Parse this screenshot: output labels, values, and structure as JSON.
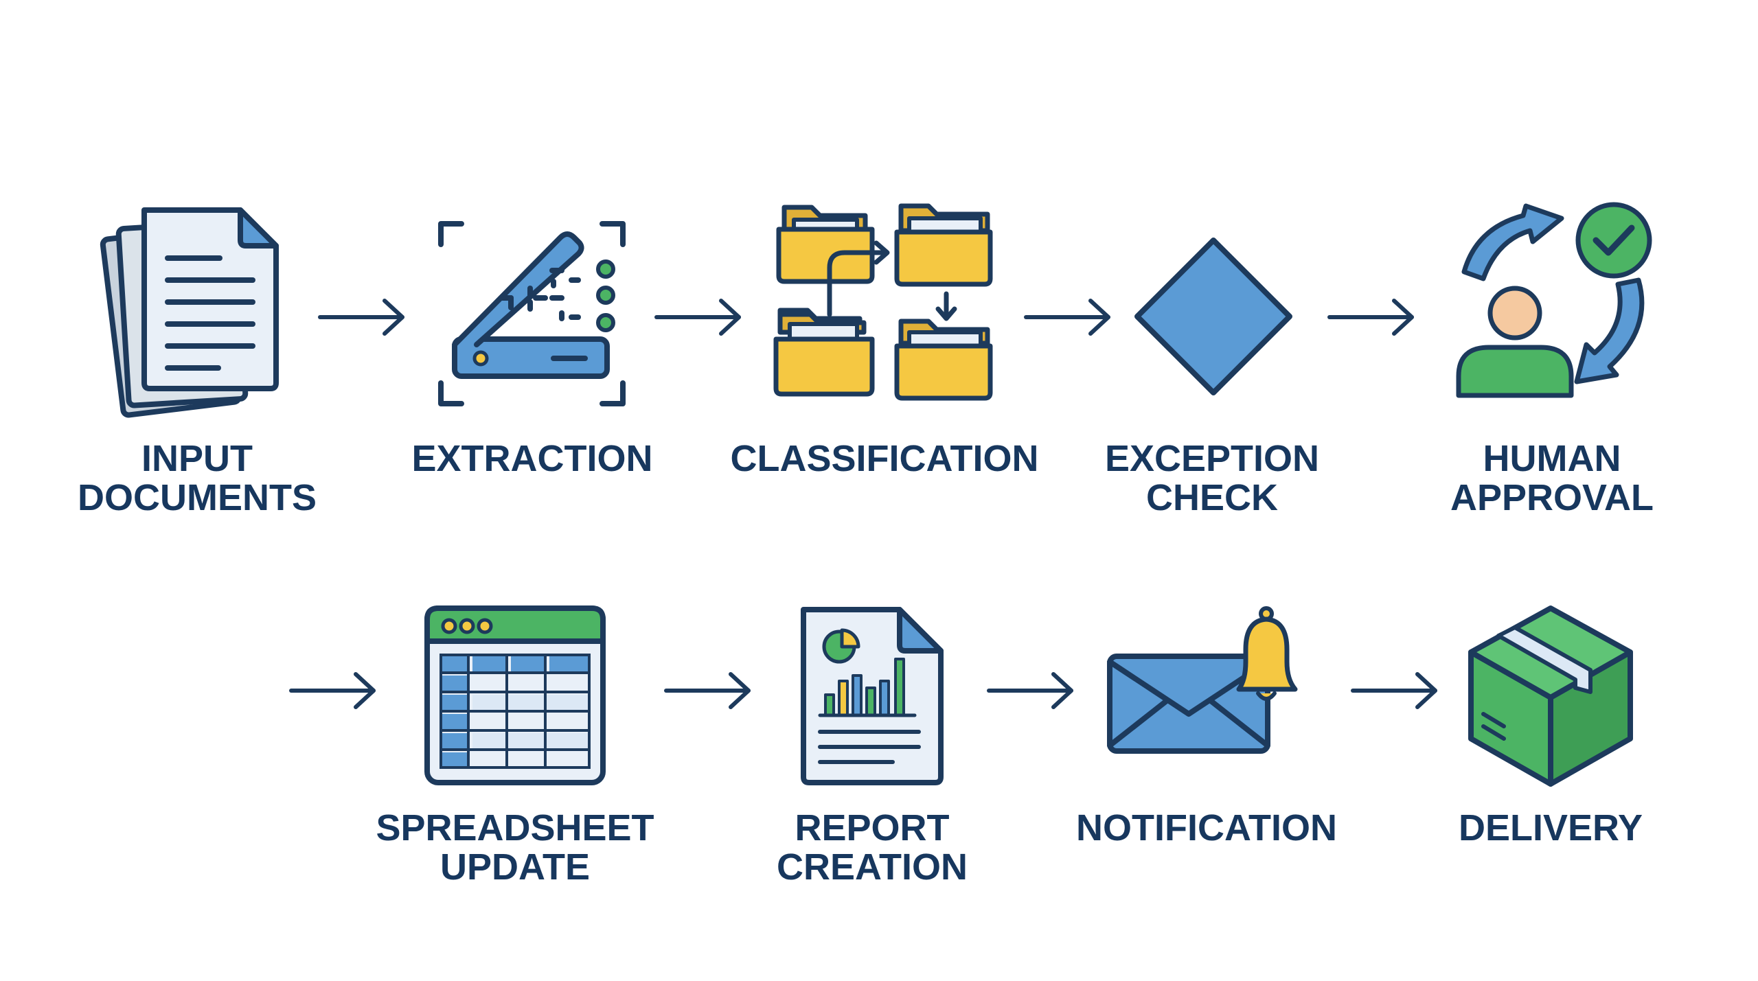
{
  "colors": {
    "stroke": "#1d3a5c",
    "blue": "#5b9bd5",
    "light_blue": "#dce8f5",
    "paper": "#e9f0f8",
    "yellow": "#f5c842",
    "green": "#4cb464",
    "skin": "#f5c9a0",
    "label": "#17375e"
  },
  "steps": {
    "input_documents": {
      "lines": [
        "INPUT",
        "DOCUMENTS"
      ],
      "icon": "documents-stack-icon"
    },
    "extraction": {
      "lines": [
        "EXTRACTION"
      ],
      "icon": "scanner-icon"
    },
    "classification": {
      "lines": [
        "CLASSIFICATION"
      ],
      "icon": "folders-icon"
    },
    "exception_check": {
      "lines": [
        "EXCEPTION",
        "CHECK"
      ],
      "icon": "decision-diamond-icon"
    },
    "human_approval": {
      "lines": [
        "HUMAN",
        "APPROVAL"
      ],
      "icon": "person-approval-icon"
    },
    "spreadsheet_update": {
      "lines": [
        "SPREADSHEET",
        "UPDATE"
      ],
      "icon": "spreadsheet-icon"
    },
    "report_creation": {
      "lines": [
        "REPORT",
        "CREATION"
      ],
      "icon": "report-icon"
    },
    "notification": {
      "lines": [
        "NOTIFICATION"
      ],
      "icon": "envelope-bell-icon"
    },
    "delivery": {
      "lines": [
        "DELIVERY"
      ],
      "icon": "package-box-icon"
    }
  }
}
